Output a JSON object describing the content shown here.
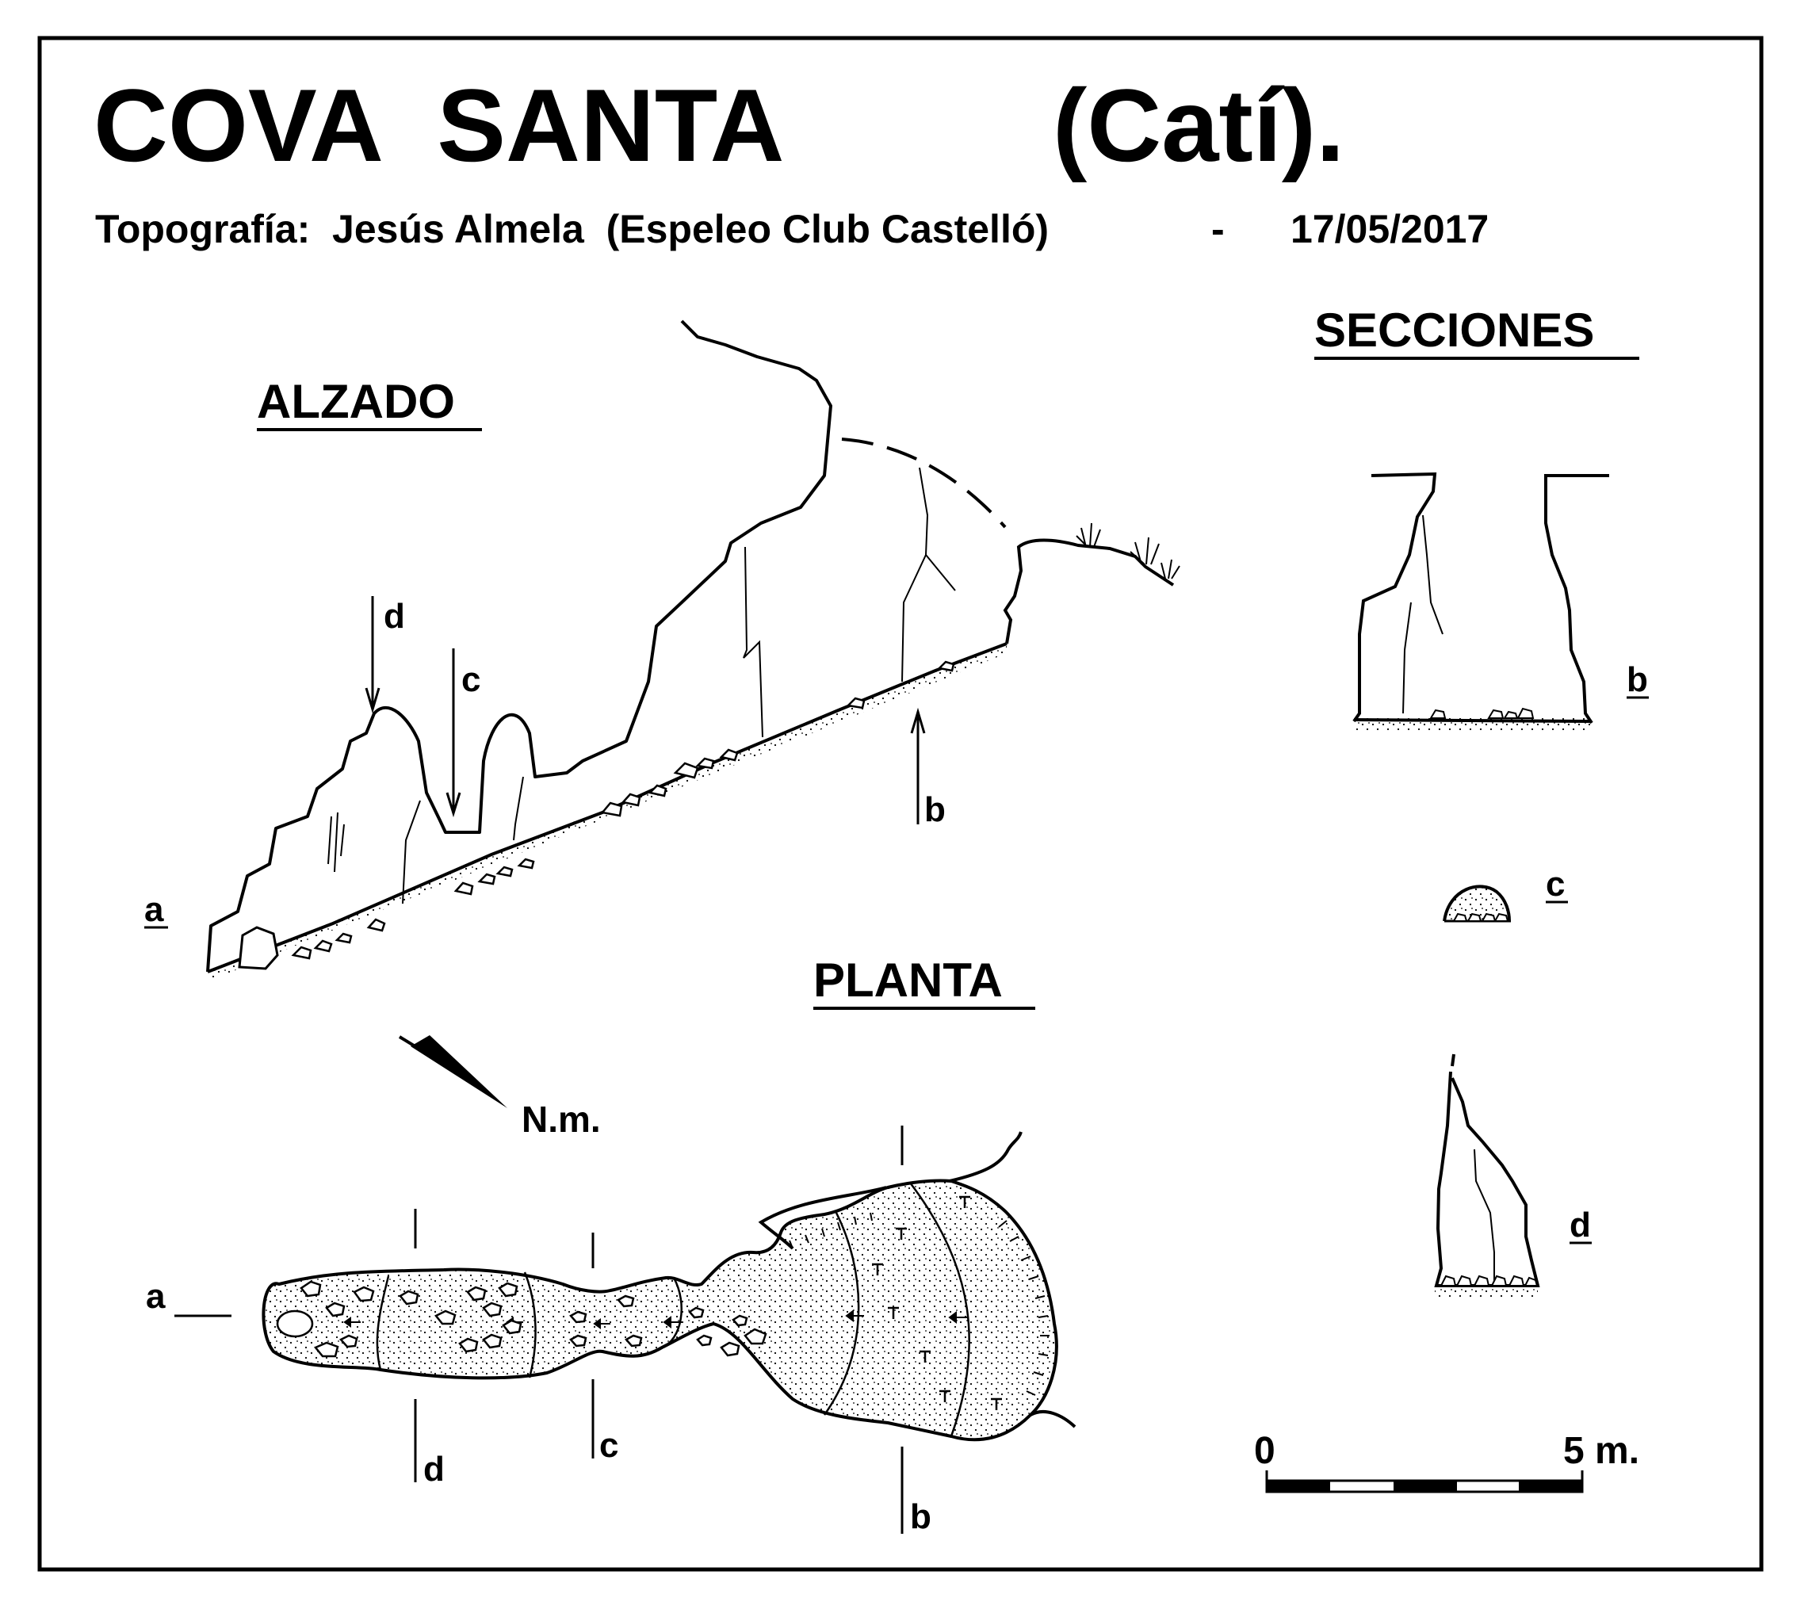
{
  "header": {
    "title": "COVA  SANTA",
    "place": "(Catí).",
    "credit": "Topografía:  Jesús Almela  (Espeleo Club Castelló)",
    "separator": "-",
    "date": "17/05/2017"
  },
  "views": {
    "elevation": "ALZADO",
    "plan": "PLANTA",
    "sections": "SECCIONES"
  },
  "section_labels": {
    "a": "a",
    "b": "b",
    "c": "c",
    "d": "d"
  },
  "north": {
    "label": "N.m."
  },
  "scale": {
    "start": "0",
    "end": "5 m."
  },
  "colors": {
    "ink": "#000000",
    "paper": "#ffffff"
  }
}
